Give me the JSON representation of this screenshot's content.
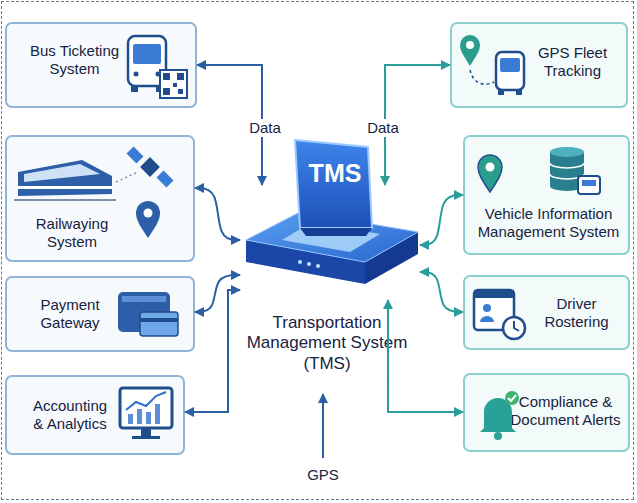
{
  "diagram": {
    "nodes": [
      {
        "text": [
          "Bus Ticketing System"
        ]
      },
      {
        "text": [
          "GPS Fleet Tracking"
        ]
      },
      {
        "text": [
          "Railwaying System"
        ]
      },
      {
        "text": [
          "Vehicle Information Management System"
        ]
      },
      {
        "text": [
          "TMS",
          "Transportation Management System (TMS)"
        ]
      },
      {
        "text": [
          "Payment Gateway"
        ]
      },
      {
        "text": [
          "Driver Rostering"
        ]
      },
      {
        "text": [
          "Accounting & Analytics"
        ]
      },
      {
        "text": [
          "Compliance & Document Alerts"
        ]
      }
    ],
    "edges": [
      {
        "from": 0,
        "to": 4,
        "label": "Data",
        "arrow": "both"
      },
      {
        "from": 1,
        "to": 4,
        "label": "Data",
        "arrow": "both"
      },
      {
        "from": 2,
        "to": 4,
        "arrow": "both"
      },
      {
        "from": 3,
        "to": 4,
        "arrow": "both"
      },
      {
        "from": 5,
        "to": 4,
        "arrow": "both"
      },
      {
        "from": 6,
        "to": 4,
        "arrow": "both"
      },
      {
        "from": 7,
        "to": 4,
        "arrow": "both"
      },
      {
        "from": 8,
        "to": 4,
        "arrow": "both"
      }
    ],
    "labels": [
      "GPS"
    ]
  }
}
